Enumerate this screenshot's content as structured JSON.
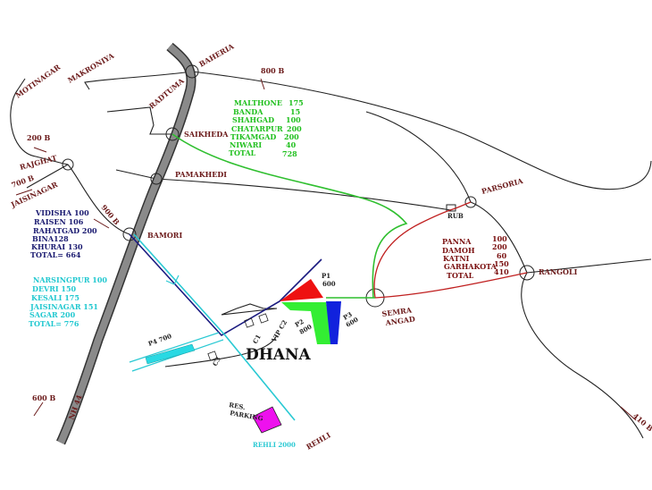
{
  "title": "DHANA",
  "colors": {
    "road": "#222222",
    "highway": "#777777",
    "green_route": "#2fbf2f",
    "red_route": "#c02020",
    "blue_route": "#1a1a80",
    "cyan_route": "#29c9d3",
    "p1": "#ee1111",
    "p2": "#33ee33",
    "p3": "#1122dd",
    "p4": "#29d9e3",
    "parking": "#ee11ee"
  },
  "places": {
    "motinagar": "MOTINAGAR",
    "makroniya": "MAKRONIYA",
    "baheria": "BAHERIA",
    "radtuma": "RADTUMA",
    "saikheda": "SAIKHEDA",
    "pamakhedi": "PAMAKHEDI",
    "rajghat": "RAJGHAT",
    "jaisinagar": "JAISINAGAR",
    "bamori": "BAMORI",
    "parsoria": "PARSORIA",
    "rub": "RUB",
    "rangoli": "RANGOLI",
    "semra_angad_1": "SEMRA",
    "semra_angad_2": "ANGAD",
    "rehli": "REHLI",
    "highway": "NH 44"
  },
  "flows": {
    "b800": "800 B",
    "b200": "200 B",
    "b700": "700 B",
    "b900": "900 B",
    "b600": "600 B",
    "b410": "410 B"
  },
  "green_list": {
    "rows": [
      [
        "MALTHONE",
        "175"
      ],
      [
        "BANDA",
        "15"
      ],
      [
        "SHAHGAD",
        "100"
      ],
      [
        "CHATARPUR",
        "200"
      ],
      [
        "TIKAMGAD",
        "200"
      ],
      [
        "NIWARI",
        "40"
      ],
      [
        "TOTAL",
        "728"
      ]
    ]
  },
  "blue_list": {
    "rows": [
      "VIDISHA 100",
      "RAISEN 106",
      "RAHATGAD 200",
      "BINA128",
      "KHURAI 130",
      "TOTAL= 664"
    ]
  },
  "cyan_list": {
    "rows": [
      "NARSINGPUR 100",
      "DEVRI 150",
      "KESALI 175",
      "JAISINAGAR 151",
      "SAGAR 200",
      "TOTAL= 776"
    ]
  },
  "red_list": {
    "rows": [
      [
        "PANNA",
        "100"
      ],
      [
        "DAMOH",
        "200"
      ],
      [
        "KATNI",
        "60"
      ],
      [
        "GARHAKOTA",
        "150"
      ],
      [
        "TOTAL",
        "410"
      ]
    ]
  },
  "parking": {
    "p1_name": "P1",
    "p1_value": "600",
    "p2_name": "P2",
    "p2_value": "800",
    "p3_name": "P3",
    "p3_value": "600",
    "p4": "P4 700",
    "c1": "C1",
    "c2": "VIP C2",
    "c3": "C3",
    "res1": "RES.",
    "res2": "PARKING",
    "rehli_cap": "REHLI 2000"
  }
}
